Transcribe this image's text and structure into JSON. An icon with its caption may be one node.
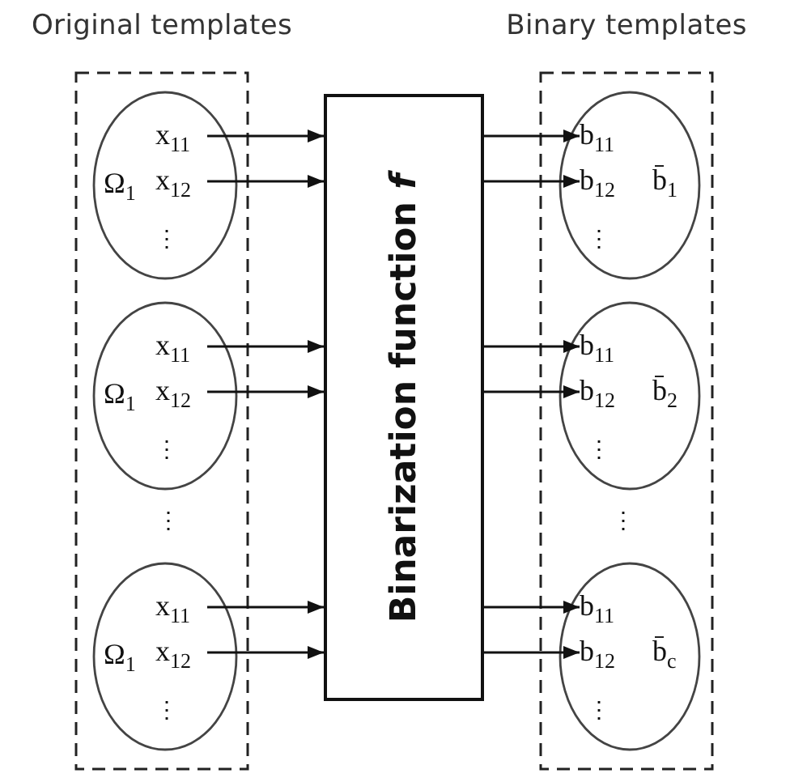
{
  "diagram": {
    "nodes": [
      {
        "text": [
          "Original templates"
        ]
      },
      {
        "text": [
          "Ω$_{1}$",
          "⋮"
        ],
        "in": 0
      },
      {
        "text": [
          "x$_{11}$"
        ],
        "in": 1
      },
      {
        "text": [
          "x$_{12}$"
        ],
        "in": 1
      },
      {
        "text": [
          "Ω$_{1}$",
          "⋮"
        ],
        "in": 0
      },
      {
        "text": [
          "x$_{11}$"
        ],
        "in": 4
      },
      {
        "text": [
          "x$_{12}$"
        ],
        "in": 4
      },
      {
        "text": [
          "Ω$_{1}$",
          "⋮"
        ],
        "in": 0
      },
      {
        "text": [
          "x$_{11}$"
        ],
        "in": 7
      },
      {
        "text": [
          "x$_{12}$"
        ],
        "in": 7
      },
      {
        "text": [
          "Binarization function *f*"
        ]
      },
      {
        "text": [
          "Binary templates"
        ]
      },
      {
        "text": [
          "b̄$_{1}$",
          "⋮"
        ],
        "in": 11
      },
      {
        "text": [
          "b$_{11}$"
        ],
        "in": 12
      },
      {
        "text": [
          "b$_{12}$"
        ],
        "in": 12
      },
      {
        "text": [
          "b̄$_{2}$",
          "⋮"
        ],
        "in": 11
      },
      {
        "text": [
          "b$_{11}$"
        ],
        "in": 15
      },
      {
        "text": [
          "b$_{12}$"
        ],
        "in": 15
      },
      {
        "text": [
          "b̄$_{c}$",
          "⋮"
        ],
        "in": 11
      },
      {
        "text": [
          "b$_{11}$"
        ],
        "in": 18
      },
      {
        "text": [
          "b$_{12}$"
        ],
        "in": 18
      }
    ],
    "edges": [
      {
        "from": 2,
        "to": 10,
        "arrow": "to"
      },
      {
        "from": 3,
        "to": 10,
        "arrow": "to"
      },
      {
        "from": 5,
        "to": 10,
        "arrow": "to"
      },
      {
        "from": 6,
        "to": 10,
        "arrow": "to"
      },
      {
        "from": 8,
        "to": 10,
        "arrow": "to"
      },
      {
        "from": 9,
        "to": 10,
        "arrow": "to"
      },
      {
        "from": 10,
        "to": 13,
        "arrow": "to"
      },
      {
        "from": 10,
        "to": 14,
        "arrow": "to"
      },
      {
        "from": 10,
        "to": 16,
        "arrow": "to"
      },
      {
        "from": 10,
        "to": 17,
        "arrow": "to"
      },
      {
        "from": 10,
        "to": 19,
        "arrow": "to"
      },
      {
        "from": 10,
        "to": 20,
        "arrow": "to"
      }
    ],
    "labels": [
      "⋮",
      "⋮"
    ]
  }
}
